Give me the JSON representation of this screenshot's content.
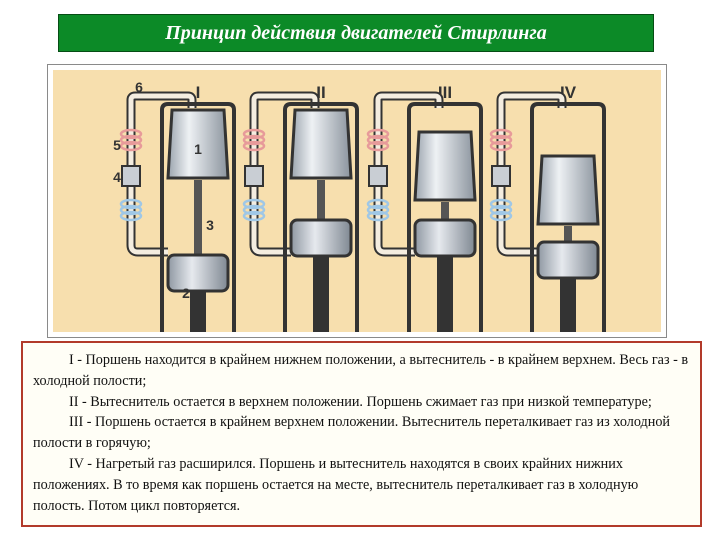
{
  "title": "Принцип действия двигателей Стирлинга",
  "stages": [
    {
      "numeral": "I"
    },
    {
      "numeral": "II"
    },
    {
      "numeral": "III"
    },
    {
      "numeral": "IV"
    }
  ],
  "part_numbers": [
    "1",
    "2",
    "3",
    "4",
    "5",
    "6"
  ],
  "caption": [
    "I - Поршень находится в крайнем нижнем положении, а вытеснитель - в крайнем верхнем. Весь газ - в холодной полости;",
    "II - Вытеснитель остается в верхнем положении. Поршень сжимает газ при низкой температуре;",
    "III - Поршень остается в крайнем верхнем положении. Вытеснитель переталкивает газ из холодной полости в горячую;",
    "IV - Нагретый газ расширился. Поршень и вытеснитель находятся в своих крайних нижних положениях. В то время как поршень остается на месте, вытеснитель переталкивает газ в холодную полость. Потом цикл повторяется."
  ],
  "colors": {
    "title_background": "#0c8a27",
    "figure_background": "#f7dfae",
    "caption_border": "#b23a2a",
    "hot_tube": "#e79a9a",
    "cold_tube": "#9fc7e6"
  }
}
